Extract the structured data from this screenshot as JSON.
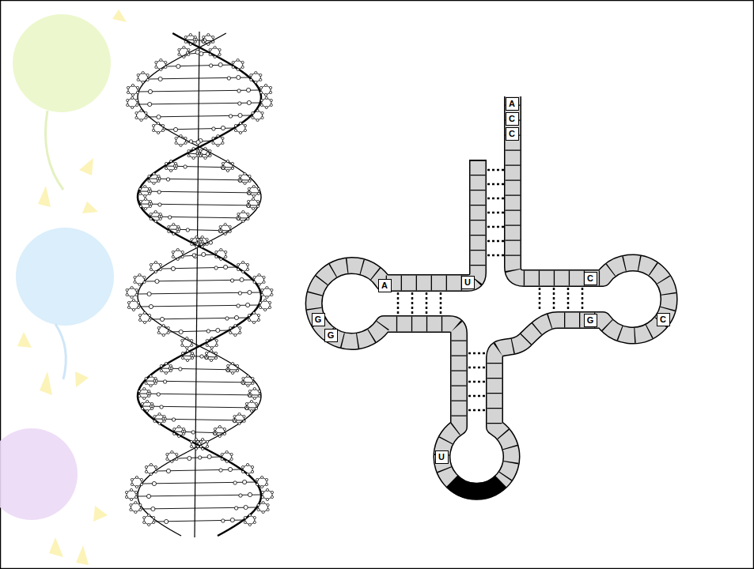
{
  "diagram": {
    "nodes": [
      {
        "text": [
          "A"
        ]
      },
      {
        "text": [
          "C"
        ]
      },
      {
        "text": [
          "C"
        ]
      },
      {
        "text": [
          "A"
        ]
      },
      {
        "text": [
          "U"
        ]
      },
      {
        "text": [
          "C"
        ]
      },
      {
        "text": [
          "G"
        ]
      },
      {
        "text": [
          "G"
        ]
      },
      {
        "text": [
          "G"
        ]
      },
      {
        "text": [
          "C"
        ]
      },
      {
        "text": [
          "U"
        ]
      }
    ]
  }
}
